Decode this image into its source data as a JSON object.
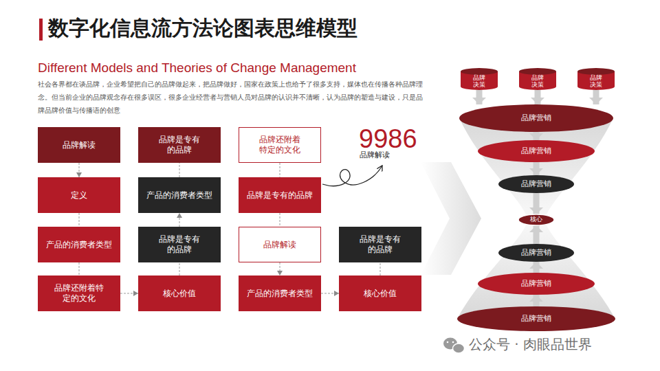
{
  "diagram": {
    "title": "数字化信息流方法论图表思维模型",
    "nodes": [
      {
        "text": [
          "品牌解读"
        ]
      },
      {
        "text": [
          "品牌是专有 的品牌"
        ]
      },
      {
        "text": [
          "品牌还附着 特定的文化"
        ]
      },
      {
        "text": [
          "定义"
        ]
      },
      {
        "text": [
          "产品的消费者类型"
        ]
      },
      {
        "text": [
          "品牌是专有的品牌"
        ]
      },
      {
        "text": [
          "产品的消费者类型"
        ]
      },
      {
        "text": [
          "品牌是专有 的品牌"
        ]
      },
      {
        "text": [
          "品牌解读"
        ]
      },
      {
        "text": [
          "品牌是专有 的品牌"
        ]
      },
      {
        "text": [
          "品牌还附着特 定的文化"
        ]
      },
      {
        "text": [
          "核心价值"
        ]
      },
      {
        "text": [
          "产品的消费者类型"
        ]
      },
      {
        "text": [
          "核心价值"
        ]
      },
      {
        "text": [
          "品牌 决策"
        ]
      },
      {
        "text": [
          "品牌 决策"
        ]
      },
      {
        "text": [
          "品牌 决策"
        ]
      },
      {
        "text": [
          "品牌营销"
        ]
      },
      {
        "text": [
          "品牌营销"
        ]
      },
      {
        "text": [
          "品牌营销"
        ]
      },
      {
        "text": [
          "核心"
        ]
      },
      {
        "text": [
          "品牌营销"
        ]
      },
      {
        "text": [
          "品牌营销"
        ]
      },
      {
        "text": [
          "品牌营销"
        ]
      }
    ],
    "edges": [
      {
        "from": 0,
        "to": 3,
        "arrow": "to"
      },
      {
        "from": 3,
        "to": 6,
        "arrow": "none"
      },
      {
        "from": 6,
        "to": 10,
        "arrow": "none"
      },
      {
        "from": 10,
        "to": 11,
        "arrow": "to"
      },
      {
        "from": 11,
        "to": 7,
        "arrow": "none"
      },
      {
        "from": 7,
        "to": 4,
        "arrow": "to"
      },
      {
        "from": 4,
        "to": 1,
        "arrow": "none"
      },
      {
        "from": 2,
        "to": 5,
        "arrow": "none"
      },
      {
        "from": 5,
        "to": 8,
        "arrow": "none"
      },
      {
        "from": 8,
        "to": 12,
        "arrow": "to"
      },
      {
        "from": 12,
        "to": 13,
        "arrow": "to"
      },
      {
        "from": 13,
        "to": 9,
        "arrow": "none"
      },
      {
        "from": 14,
        "to": 17,
        "arrow": "to"
      },
      {
        "from": 15,
        "to": 17,
        "arrow": "to"
      },
      {
        "from": 16,
        "to": 17,
        "arrow": "to"
      },
      {
        "from": 17,
        "to": 18,
        "arrow": "to"
      },
      {
        "from": 18,
        "to": 19,
        "arrow": "to"
      },
      {
        "from": 19,
        "to": 20,
        "arrow": "to"
      },
      {
        "from": 21,
        "to": 20,
        "arrow": "to"
      },
      {
        "from": 22,
        "to": 21,
        "arrow": "to"
      },
      {
        "from": 23,
        "to": 22,
        "arrow": "to"
      }
    ],
    "labels": [
      "Different Models and Theories of Change Management",
      "社会各界都在谈品牌，企业希望把自己的品牌做起来，把品牌做好，国家在政策上也给予了很多支持，媒体也在传播各种品牌理念。但当前企业的品牌观念存在很多误区，很多企业经营者与营销人员对品牌的认识并不清晰，认为品牌的塑造与建设，只是品牌品牌价值与传播语的创意",
      "9986",
      "品牌解读",
      "公众号 · 肉眼品世界"
    ]
  }
}
